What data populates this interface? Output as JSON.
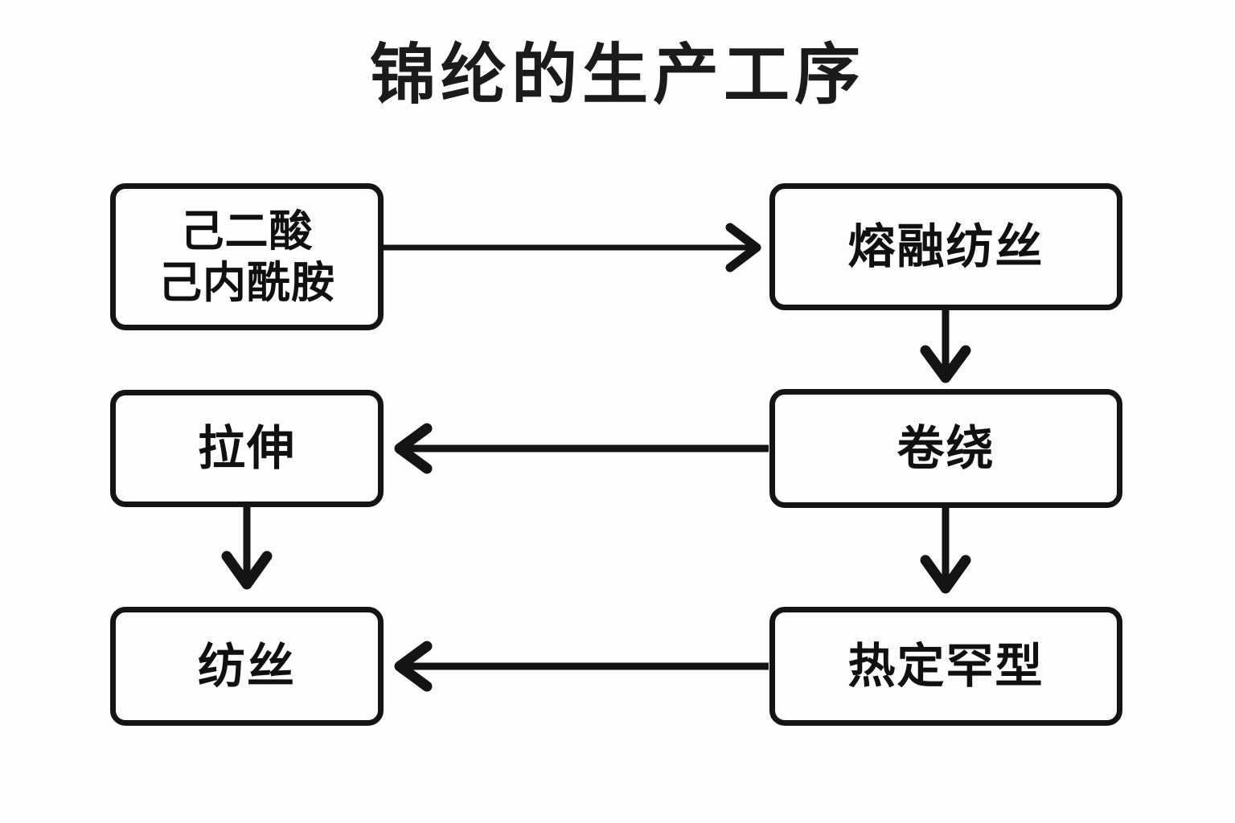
{
  "page": {
    "title": "锦纶的生产工序",
    "background_color": "#fefefe",
    "stroke_color": "#141414",
    "node_fill_color": "#fdfdfd",
    "text_color": "#101010"
  },
  "diagram": {
    "type": "flowchart",
    "orientation": "two-column-serpentine",
    "nodes": [
      {
        "id": "raw",
        "label": "己二酸\n己内酰胺",
        "column": "left",
        "row": 1
      },
      {
        "id": "melt",
        "label": "熔融纺丝",
        "column": "right",
        "row": 1
      },
      {
        "id": "wind",
        "label": "卷绕",
        "column": "right",
        "row": 2
      },
      {
        "id": "draw",
        "label": "拉伸",
        "column": "left",
        "row": 2
      },
      {
        "id": "heatset",
        "label": "热定罕型",
        "column": "right",
        "row": 3
      },
      {
        "id": "spin",
        "label": "纺丝",
        "column": "left",
        "row": 3
      }
    ],
    "edges": [
      {
        "id": "e1",
        "from": "raw",
        "to": "melt",
        "direction": "right"
      },
      {
        "id": "e2",
        "from": "melt",
        "to": "wind",
        "direction": "down"
      },
      {
        "id": "e3",
        "from": "wind",
        "to": "draw",
        "direction": "left"
      },
      {
        "id": "e4",
        "from": "draw",
        "to": "spin",
        "direction": "down"
      },
      {
        "id": "e5",
        "from": "wind",
        "to": "heatset",
        "direction": "down"
      },
      {
        "id": "e6",
        "from": "heatset",
        "to": "spin",
        "direction": "left"
      }
    ]
  }
}
